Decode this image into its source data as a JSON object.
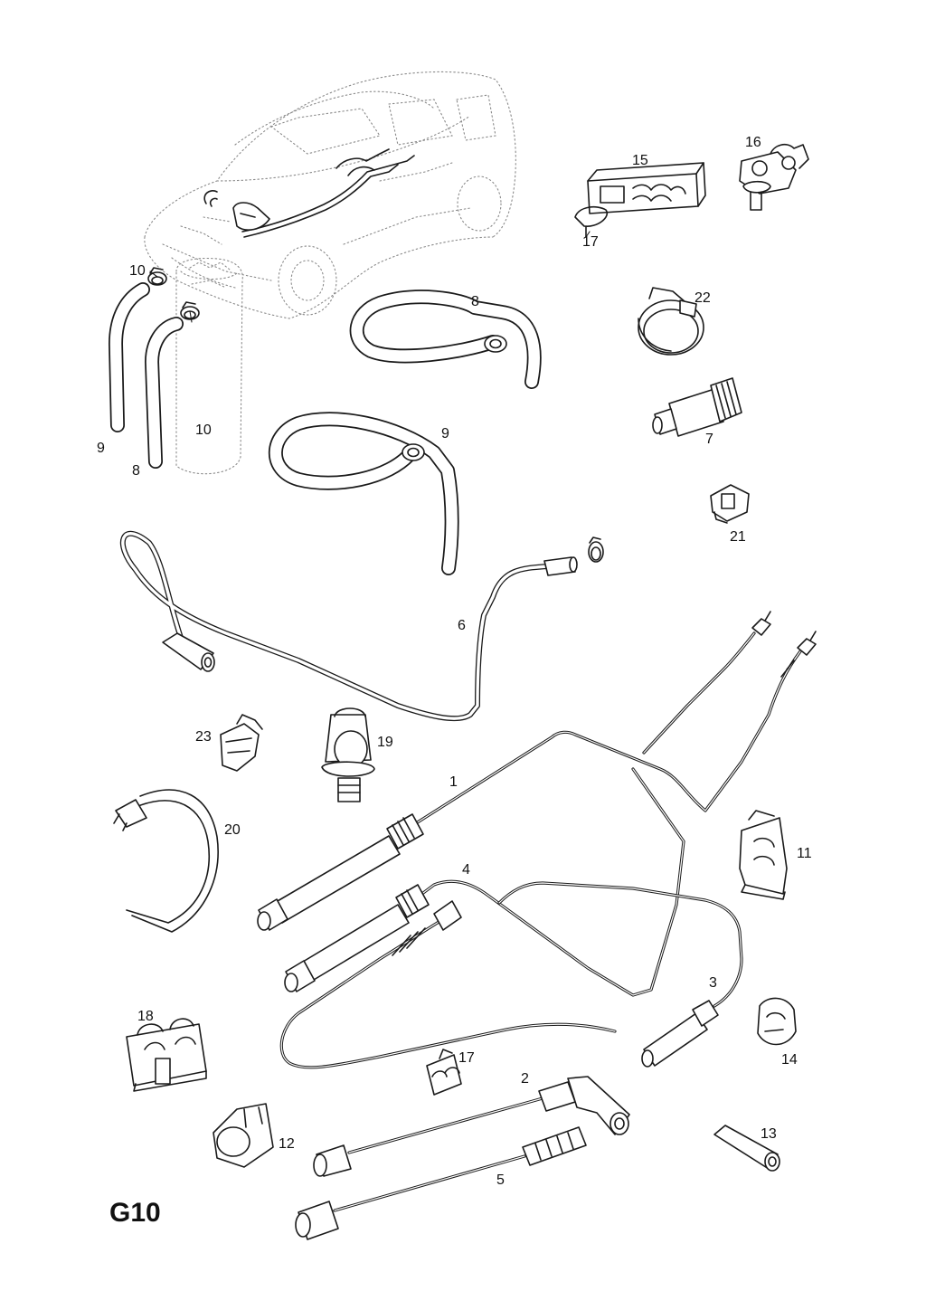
{
  "page_code": "G10",
  "callouts": [
    {
      "id": "c8a",
      "text": "8"
    },
    {
      "id": "c22",
      "text": "22"
    },
    {
      "id": "c15",
      "text": "15"
    },
    {
      "id": "c16",
      "text": "16"
    },
    {
      "id": "c17a",
      "text": "17"
    },
    {
      "id": "c10a",
      "text": "10"
    },
    {
      "id": "c10b",
      "text": "10"
    },
    {
      "id": "c9a",
      "text": "9"
    },
    {
      "id": "c8b",
      "text": "8"
    },
    {
      "id": "c9b",
      "text": "9"
    },
    {
      "id": "c7",
      "text": "7"
    },
    {
      "id": "c21",
      "text": "21"
    },
    {
      "id": "c6",
      "text": "6"
    },
    {
      "id": "c23",
      "text": "23"
    },
    {
      "id": "c19",
      "text": "19"
    },
    {
      "id": "c1",
      "text": "1"
    },
    {
      "id": "c20",
      "text": "20"
    },
    {
      "id": "c11",
      "text": "11"
    },
    {
      "id": "c4",
      "text": "4"
    },
    {
      "id": "c3",
      "text": "3"
    },
    {
      "id": "c18",
      "text": "18"
    },
    {
      "id": "c14",
      "text": "14"
    },
    {
      "id": "c17b",
      "text": "17"
    },
    {
      "id": "c2",
      "text": "2"
    },
    {
      "id": "c12",
      "text": "12"
    },
    {
      "id": "c13",
      "text": "13"
    },
    {
      "id": "c5",
      "text": "5"
    }
  ]
}
